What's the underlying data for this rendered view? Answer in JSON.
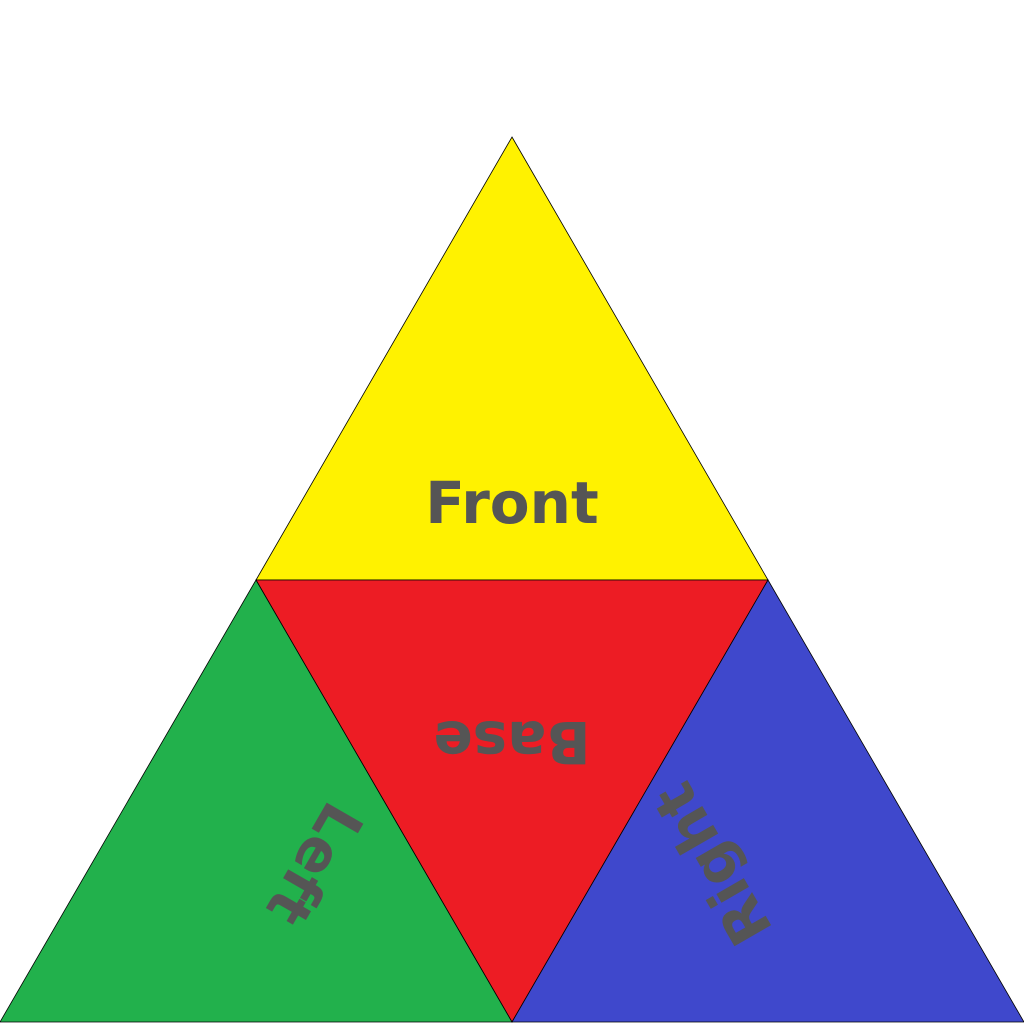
{
  "net": {
    "faces": {
      "front": {
        "label": "Front",
        "color": "#FFF200"
      },
      "base": {
        "label": "Base",
        "color": "#ED1C24"
      },
      "left": {
        "label": "Left",
        "color": "#22B14C"
      },
      "right": {
        "label": "Right",
        "color": "#3F48CC"
      }
    },
    "label_color": "#555555"
  }
}
